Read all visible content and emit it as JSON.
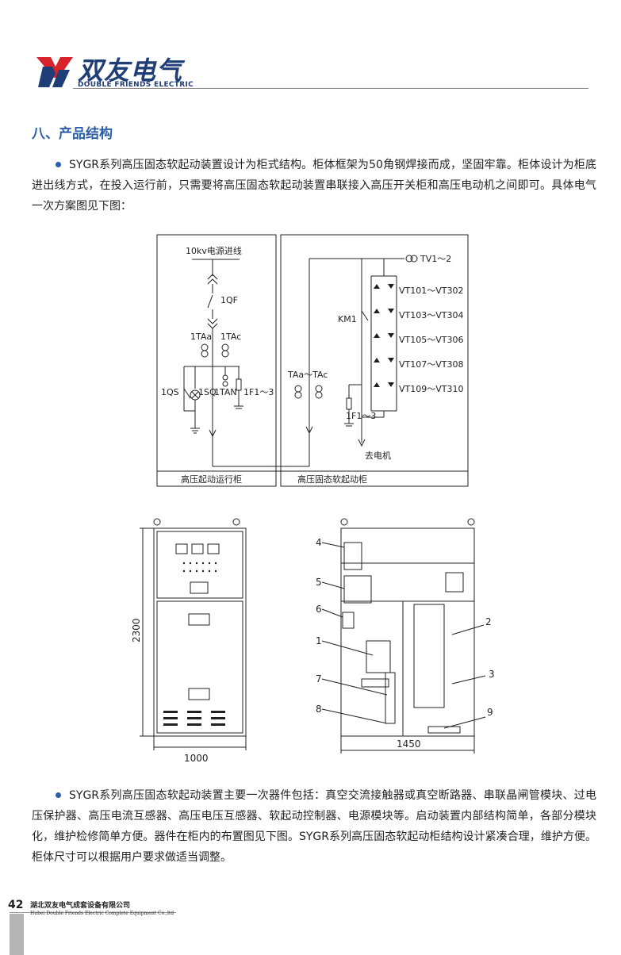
{
  "header": {
    "brand_cn": "双友电气",
    "brand_en": "DOUBLE FRIENDS ELECTRIC"
  },
  "section_title": "八、产品结构",
  "paragraph1": "SYGR系列高压固态软起动装置设计为柜式结构。柜体框架为50角钢焊接而成，坚固牢靠。柜体设计为柜底进出线方式，在投入运行前，只需要将高压固态软起动装置串联接入高压开关柜和高压电动机之间即可。具体电气一次方案图见下图：",
  "schematic": {
    "power_in": "10kv电源进线",
    "qf": "1QF",
    "ta_a": "1TAa",
    "ta_c": "1TAc",
    "qs": "1QS",
    "sq": "1SQ",
    "tan": "1TAN",
    "f1_left": "1F1～3",
    "ta_mid": "TAa～TAc",
    "km": "KM1",
    "tv": "TV1～2",
    "vt_labels": [
      "VT101～VT302",
      "VT103～VT304",
      "VT105～VT306",
      "VT107～VT308",
      "VT109～VT310"
    ],
    "f1_right": "1F1～3",
    "to_motor": "去电机",
    "cabinet_left": "高压起动运行柜",
    "cabinet_right": "高压固态软起动柜"
  },
  "layout_drawing": {
    "height_dim": "2300",
    "width_left": "1000",
    "width_right": "1450",
    "callouts": [
      "1",
      "2",
      "3",
      "4",
      "5",
      "6",
      "7",
      "8",
      "9"
    ]
  },
  "paragraph2": "SYGR系列高压固态软起动装置主要一次器件包括：真空交流接触器或真空断路器、串联晶闸管模块、过电压保护器、高压电流互感器、高压电压互感器、软起动控制器、电源模块等。启动装置内部结构简单，各部分模块化，维护检修简单方便。器件在柜内的布置图见下图。SYGR系列高压固态软起动柜结构设计紧凑合理，维护方便。柜体尺寸可以根据用户要求做适当调整。",
  "footer": {
    "page_number": "42",
    "company_cn": "湖北双友电气成套设备有限公司",
    "company_en": "Hubei Double Friends Electric Complete Equipment Co.,ltd"
  },
  "colors": {
    "brand_blue": "#1f3e78",
    "title_blue": "#2a5ea8",
    "logo_red": "#d8232a"
  }
}
